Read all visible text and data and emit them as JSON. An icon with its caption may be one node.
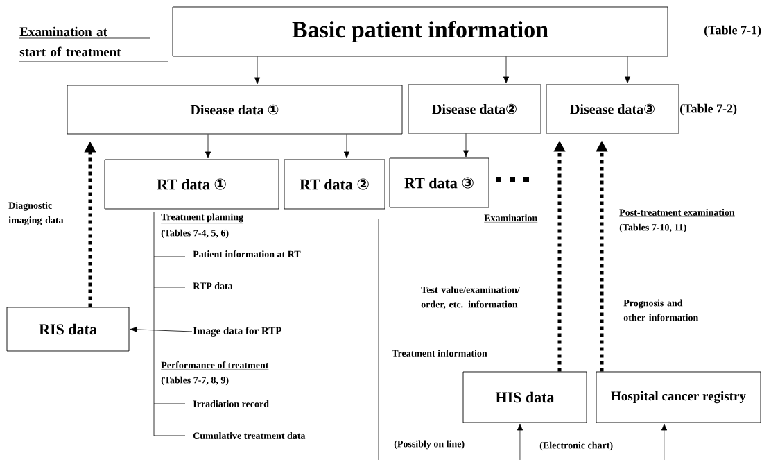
{
  "diagram": {
    "nodes": [
      {
        "text": [
          "Basic patient information"
        ]
      },
      {
        "text": [
          "Disease data ①"
        ]
      },
      {
        "text": [
          "Disease data②"
        ]
      },
      {
        "text": [
          "Disease data③"
        ]
      },
      {
        "text": [
          "RT data ①"
        ]
      },
      {
        "text": [
          "RT data ②"
        ]
      },
      {
        "text": [
          "RT data ③"
        ]
      },
      {
        "text": [
          "RIS data"
        ]
      },
      {
        "text": [
          "HIS data"
        ]
      },
      {
        "text": [
          "Hospital cancer registry"
        ]
      },
      {
        "text": [
          "Image data for RTP"
        ]
      }
    ],
    "edges": [
      {
        "from": 0,
        "to": 1,
        "arrow": "to"
      },
      {
        "from": 0,
        "to": 2,
        "arrow": "to"
      },
      {
        "from": 0,
        "to": 3,
        "arrow": "to"
      },
      {
        "from": 1,
        "to": 4,
        "arrow": "to"
      },
      {
        "from": 1,
        "to": 5,
        "arrow": "to"
      },
      {
        "from": 2,
        "to": 6,
        "arrow": "to"
      },
      {
        "from": 7,
        "to": 1,
        "arrow": "to",
        "style": "dashed"
      },
      {
        "from": 8,
        "to": 3,
        "arrow": "to",
        "style": "dashed"
      },
      {
        "from": 9,
        "to": 3,
        "arrow": "to",
        "style": "dashed"
      },
      {
        "from": 10,
        "to": 7,
        "arrow": "to"
      },
      {
        "from": null,
        "to": 8,
        "arrow": "to"
      },
      {
        "from": null,
        "to": 9,
        "arrow": "to"
      }
    ],
    "labels": [
      "Examination at start of treatment",
      "(Table 7-1)",
      "(Table 7-2)",
      "Diagnostic imaging data",
      "Treatment planning",
      "(Tables 7-4, 5, 6)",
      "Patient information at RT",
      "RTP data",
      "Performance of treatment",
      "(Tables 7-7, 8, 9)",
      "Irradiation record",
      "Cumulative treatment data",
      "Examination",
      "Post-treatment examination",
      "(Tables 7-10, 11)",
      "Test value/examination/ order, etc. information",
      "Prognosis and other information",
      "Treatment information",
      "(Possibly on line)",
      "(Electronic chart)"
    ]
  }
}
